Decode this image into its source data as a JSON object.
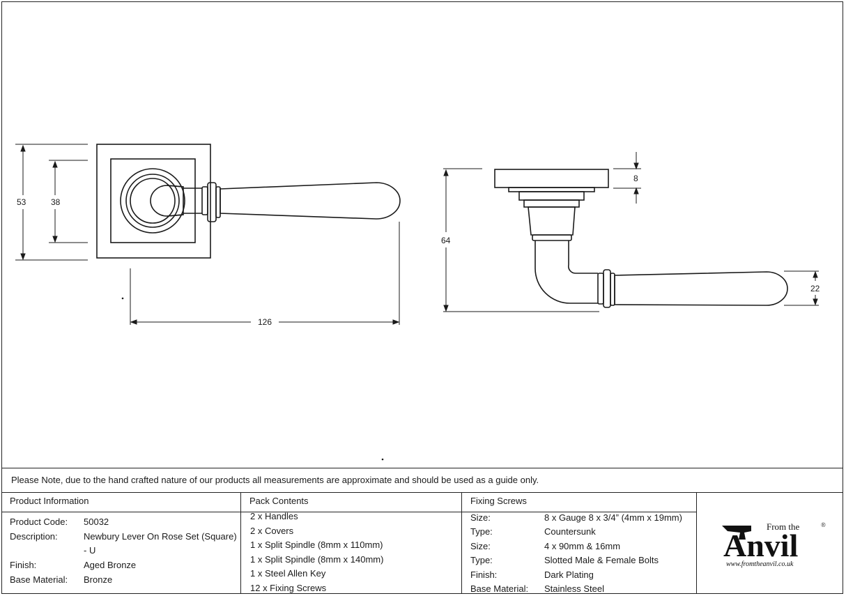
{
  "drawing": {
    "front_view": {
      "height_outer": "53",
      "height_inner": "38",
      "length": "126"
    },
    "side_view": {
      "height": "64",
      "rose_thickness": "8",
      "lever_diameter": "22"
    }
  },
  "note": "Please Note, due to the hand crafted nature of our products all measurements are approximate and should be used as a guide only.",
  "product_information": {
    "heading": "Product Information",
    "rows": [
      {
        "label": "Product Code:",
        "value": "50032"
      },
      {
        "label": "Description:",
        "value": "Newbury Lever On Rose Set (Square)",
        "value2": "- U"
      },
      {
        "label": "Finish:",
        "value": "Aged Bronze"
      },
      {
        "label": "Base Material:",
        "value": "Bronze"
      }
    ]
  },
  "pack_contents": {
    "heading": "Pack Contents",
    "items": [
      "2 x Handles",
      "2 x Covers",
      "1 x Split Spindle (8mm x 110mm)",
      "1 x Split Spindle (8mm x 140mm)",
      "1 x Steel Allen Key",
      "12 x Fixing Screws"
    ]
  },
  "fixing_screws": {
    "heading": "Fixing Screws",
    "rows": [
      {
        "label": "Size:",
        "value": "8 x Gauge 8 x 3/4” (4mm x 19mm)"
      },
      {
        "label": "Type:",
        "value": "Countersunk"
      },
      {
        "label": "Size:",
        "value": "4 x 90mm & 16mm"
      },
      {
        "label": "Type:",
        "value": "Slotted Male & Female Bolts"
      },
      {
        "label": "Finish:",
        "value": "Dark Plating"
      },
      {
        "label": "Base Material:",
        "value": "Stainless Steel"
      }
    ]
  },
  "logo": {
    "from_the": "From the",
    "brand": "Anvil",
    "registered": "®",
    "url": "www.fromtheanvil.co.uk"
  }
}
